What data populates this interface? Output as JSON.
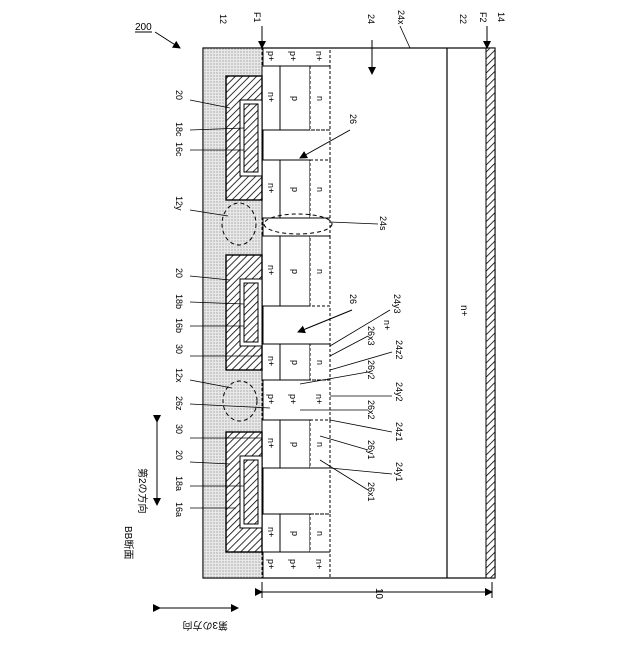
{
  "figure_number": "200",
  "section_label": "BB断面",
  "direction_2_label": "第2の方向",
  "direction_3_label": "第3の方向",
  "thickness_label": "10",
  "substrate_label": "n+",
  "refs": {
    "r12": "12",
    "rF1": "F1",
    "r24": "24",
    "r24x": "24x",
    "r22": "22",
    "rF2": "F2",
    "r14": "14",
    "r26a": "26",
    "r26b": "26",
    "r24s": "24s",
    "r12y": "12y",
    "r12x": "12x",
    "r26z": "26z",
    "r20a": "20",
    "r18c": "18c",
    "r16c": "16c",
    "r20b": "20",
    "r18b": "18b",
    "r16b": "16b",
    "r30a": "30",
    "r30b": "30",
    "r20c": "20",
    "r18a": "18a",
    "r16a": "16a",
    "r24y3": "24y3",
    "r26x3": "26x3",
    "r24z2": "24z2",
    "r26y2": "26y2",
    "r24y2": "24y2",
    "r26x2": "26x2",
    "r24z1": "24z1",
    "r26y1": "26y1",
    "r24y1": "24y1",
    "r26x1": "26x1",
    "rnplus_small": "n+"
  },
  "cell_labels": {
    "nplus": "n+",
    "p": "p",
    "n": "n",
    "pplus": "p+"
  }
}
